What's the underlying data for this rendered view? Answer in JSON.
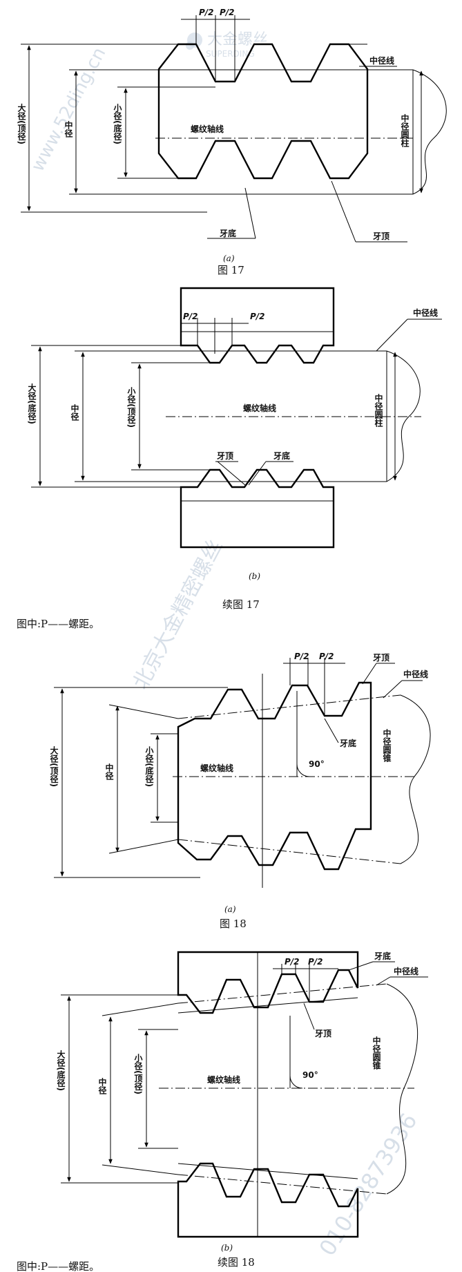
{
  "watermarks": {
    "site": "www.52ding.cn",
    "logo": "大金螺丝",
    "logo_en": "SUPERDING",
    "diag": "北京大金精密螺丝",
    "phone": "010-82873936"
  },
  "fig17a": {
    "pitch_half_left": "P/2",
    "pitch_half_right": "P/2",
    "major_dia": "大径(顶径)",
    "pitch_dia": "中径",
    "minor_dia": "小径(底径)",
    "axis": "螺纹轴线",
    "pitch_line": "中径线",
    "pitch_cylinder": "中径圆柱",
    "root": "牙底",
    "crest": "牙顶",
    "sub": "(a)",
    "caption": "图 17"
  },
  "fig17b": {
    "pitch_half_left": "P/2",
    "pitch_half_right": "P/2",
    "major_dia": "大径(底径)",
    "pitch_dia": "中径",
    "minor_dia": "小径(顶径)",
    "axis": "螺纹轴线",
    "pitch_line": "中径线",
    "pitch_cylinder": "中径圆柱",
    "crest": "牙顶",
    "root": "牙底",
    "sub": "(b)",
    "caption": "续图 17",
    "note": "图中:P——螺距。"
  },
  "fig18a": {
    "pitch_half_left": "P/2",
    "pitch_half_right": "P/2",
    "crest": "牙顶",
    "pitch_line": "中径线",
    "root": "牙底",
    "angle": "90°",
    "pitch_cone": "中径圆锥",
    "major_dia": "大径(顶径)",
    "pitch_dia": "中径",
    "minor_dia": "小径(底径)",
    "axis": "螺纹轴线",
    "sub": "(a)",
    "caption": "图 18"
  },
  "fig18b": {
    "pitch_half_left": "P/2",
    "pitch_half_right": "P/2",
    "root": "牙底",
    "pitch_line": "中径线",
    "crest": "牙顶",
    "angle": "90°",
    "pitch_cone": "中径圆锥",
    "major_dia": "大径(底径)",
    "pitch_dia": "中径",
    "minor_dia": "小径(顶径)",
    "axis": "螺纹轴线",
    "sub": "(b)",
    "caption": "续图 18",
    "note": "图中:P——螺距。"
  }
}
